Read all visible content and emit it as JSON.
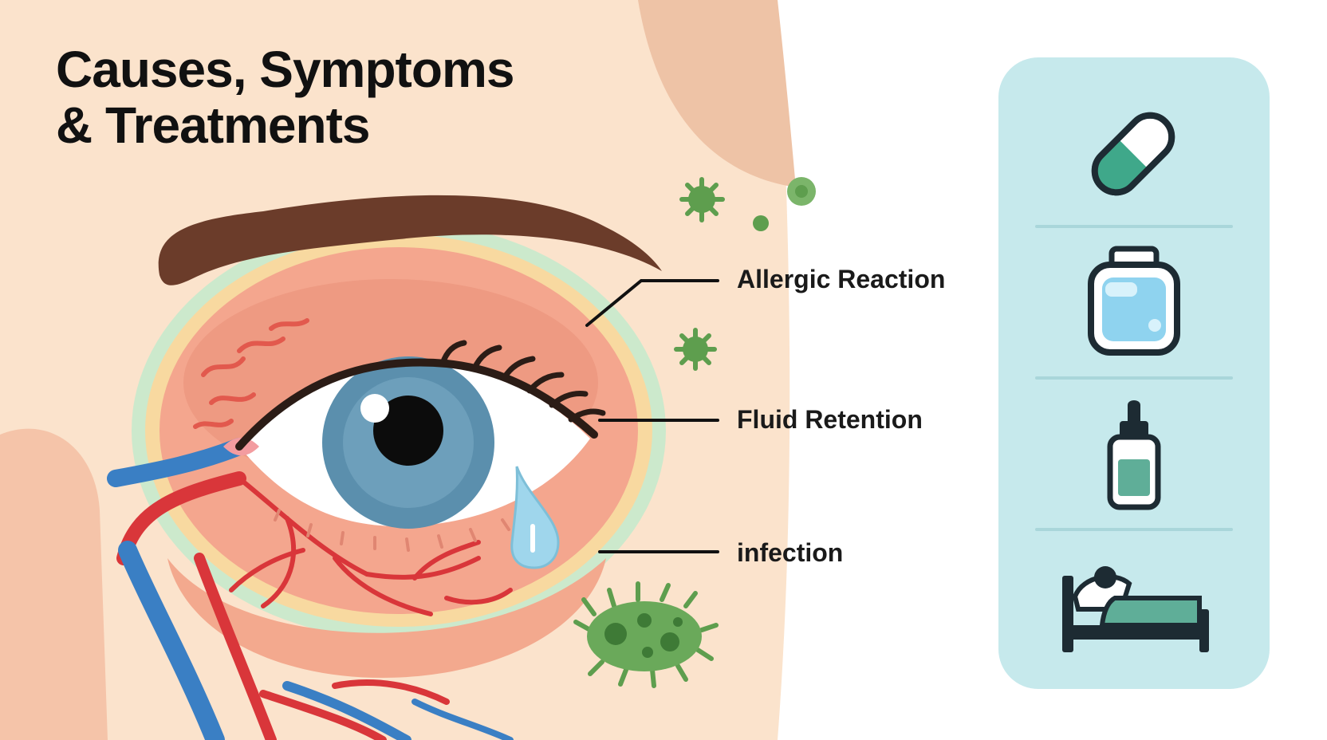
{
  "title": {
    "line1": "Causes, Symptoms",
    "line2": "& Treatments"
  },
  "causes": [
    {
      "label": "Allergic Reaction",
      "icon": "pollen-icon"
    },
    {
      "label": "Fluid Retention",
      "icon": "tear-drop-icon"
    },
    {
      "label": "infection",
      "icon": "bacteria-icon"
    }
  ],
  "treatments": [
    {
      "icon": "pill-capsule-icon"
    },
    {
      "icon": "cold-compress-jar-icon"
    },
    {
      "icon": "eye-drops-bottle-icon"
    },
    {
      "icon": "bed-rest-icon"
    }
  ],
  "colors": {
    "skin": "#fbe3cc",
    "eyelid": "#f4a68e",
    "iris": "#5b8fad",
    "eyebrow": "#6b3c2a",
    "vein": "#3a7fc4",
    "artery": "#d9363a",
    "germ": "#5e9e4e",
    "panel": "#c6e9ec",
    "teal": "#3fa88a"
  }
}
